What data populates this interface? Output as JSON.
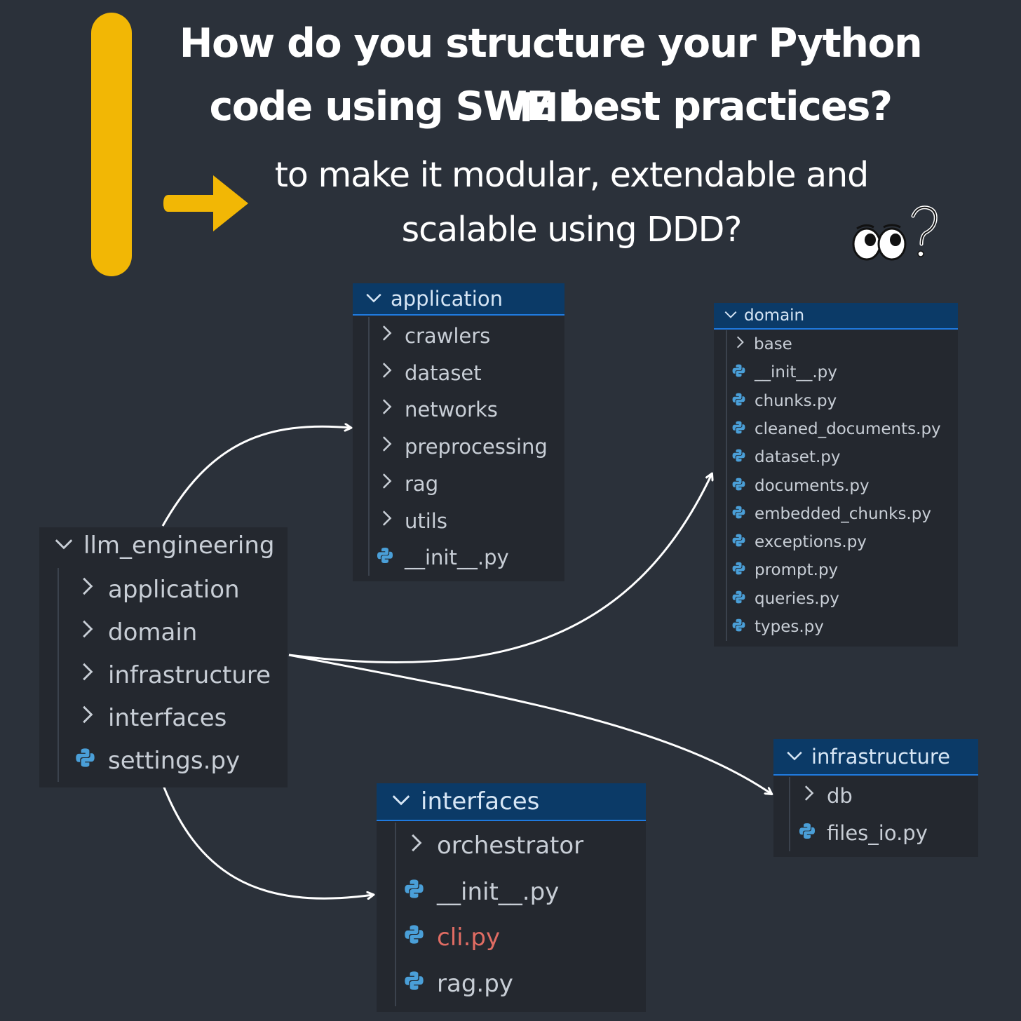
{
  "header": {
    "title_line_1": "How do you structure your Python ML",
    "title_line_2": "code using SWE best practices?",
    "subtitle_line_1": "to make it modular, extendable and",
    "subtitle_line_2": "scalable using DDD?"
  },
  "colors": {
    "background": "#2b313a",
    "accent_yellow": "#f2b705",
    "panel_background": "#24282f",
    "header_highlight": "#0b3a67",
    "header_border": "#1f7ae0",
    "error_text": "#e06c63",
    "python_icon": "#4a9fd8"
  },
  "icons": {
    "folder_collapsed": "chevron-right-icon",
    "folder_expanded": "chevron-down-icon",
    "file": "python-file-icon",
    "decoration": "eyes-question-icon"
  },
  "trees": {
    "root": {
      "name": "llm_engineering",
      "items": [
        {
          "label": "application",
          "kind": "folder"
        },
        {
          "label": "domain",
          "kind": "folder"
        },
        {
          "label": "infrastructure",
          "kind": "folder"
        },
        {
          "label": "interfaces",
          "kind": "folder"
        },
        {
          "label": "settings.py",
          "kind": "file"
        }
      ]
    },
    "application": {
      "name": "application",
      "items": [
        {
          "label": "crawlers",
          "kind": "folder"
        },
        {
          "label": "dataset",
          "kind": "folder"
        },
        {
          "label": "networks",
          "kind": "folder"
        },
        {
          "label": "preprocessing",
          "kind": "folder"
        },
        {
          "label": "rag",
          "kind": "folder"
        },
        {
          "label": "utils",
          "kind": "folder"
        },
        {
          "label": "__init__.py",
          "kind": "file"
        }
      ]
    },
    "domain": {
      "name": "domain",
      "items": [
        {
          "label": "base",
          "kind": "folder"
        },
        {
          "label": "__init__.py",
          "kind": "file"
        },
        {
          "label": "chunks.py",
          "kind": "file"
        },
        {
          "label": "cleaned_documents.py",
          "kind": "file"
        },
        {
          "label": "dataset.py",
          "kind": "file"
        },
        {
          "label": "documents.py",
          "kind": "file"
        },
        {
          "label": "embedded_chunks.py",
          "kind": "file"
        },
        {
          "label": "exceptions.py",
          "kind": "file"
        },
        {
          "label": "prompt.py",
          "kind": "file"
        },
        {
          "label": "queries.py",
          "kind": "file"
        },
        {
          "label": "types.py",
          "kind": "file"
        }
      ]
    },
    "infrastructure": {
      "name": "infrastructure",
      "items": [
        {
          "label": "db",
          "kind": "folder"
        },
        {
          "label": "files_io.py",
          "kind": "file"
        }
      ]
    },
    "interfaces": {
      "name": "interfaces",
      "items": [
        {
          "label": "orchestrator",
          "kind": "folder"
        },
        {
          "label": "__init__.py",
          "kind": "file"
        },
        {
          "label": "cli.py",
          "kind": "file",
          "status": "error"
        },
        {
          "label": "rag.py",
          "kind": "file"
        }
      ]
    }
  }
}
